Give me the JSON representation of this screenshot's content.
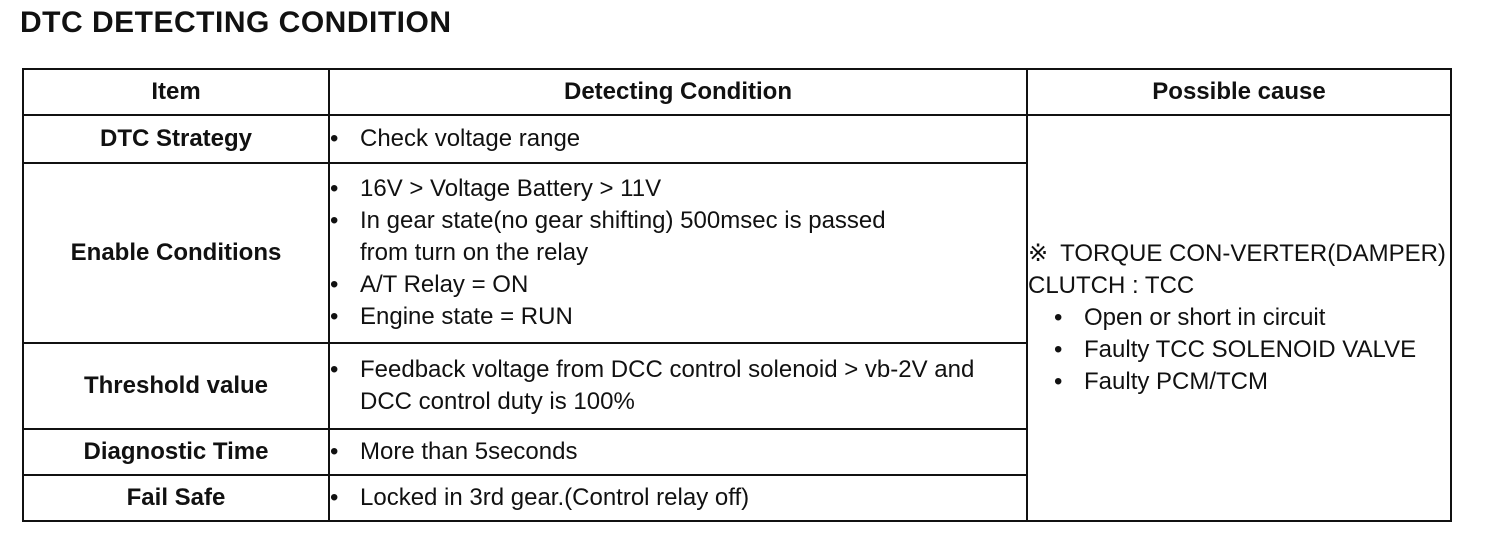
{
  "title": "DTC DETECTING CONDITION",
  "headers": {
    "item": "Item",
    "condition": "Detecting Condition",
    "cause": "Possible cause"
  },
  "rows": [
    {
      "item": "DTC Strategy",
      "conditions": [
        "Check voltage range"
      ]
    },
    {
      "item": "Enable Conditions",
      "conditions": [
        "16V > Voltage Battery > 11V",
        "In gear state(no gear shifting) 500msec is passed from turn on the relay",
        "A/T Relay = ON",
        "Engine state = RUN"
      ]
    },
    {
      "item": "Threshold value",
      "conditions": [
        "Feedback voltage from DCC control solenoid > vb-2V and DCC control duty is 100%"
      ]
    },
    {
      "item": "Diagnostic Time",
      "conditions": [
        "More than 5seconds"
      ]
    },
    {
      "item": "Fail Safe",
      "conditions": [
        "Locked in 3rd gear.(Control relay off)"
      ]
    }
  ],
  "possible_cause": {
    "mark": "※",
    "heading": "TORQUE CON-VERTER(DAMPER) CLUTCH : TCC",
    "items": [
      "Open or short in circuit",
      "Faulty TCC SOLENOID VALVE",
      "Faulty PCM/TCM"
    ]
  }
}
